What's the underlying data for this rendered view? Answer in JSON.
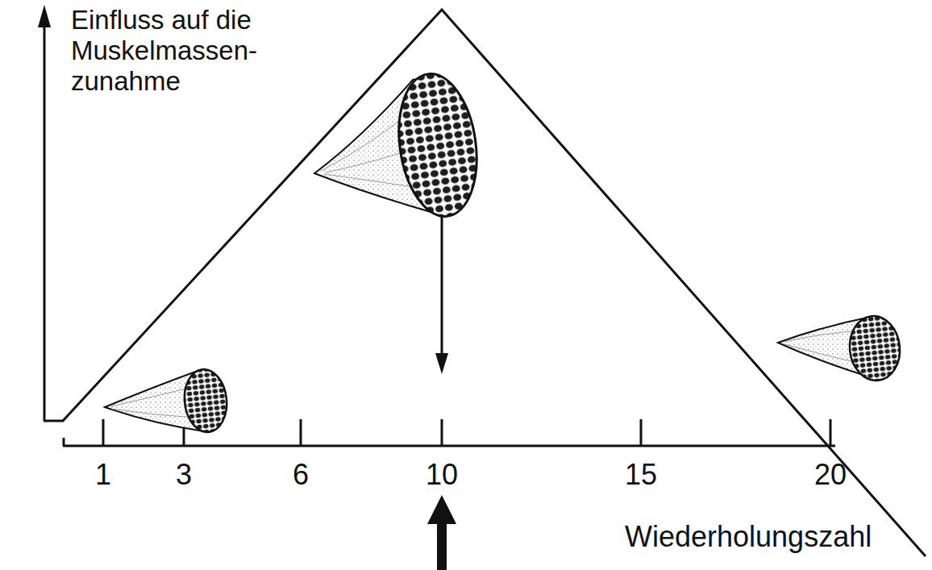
{
  "diagram": {
    "labels": [
      "Einfluss auf die Muskelmassen- zunahme",
      "1",
      "3",
      "6",
      "10",
      "15",
      "20",
      "Wiederholungszahl"
    ]
  }
}
